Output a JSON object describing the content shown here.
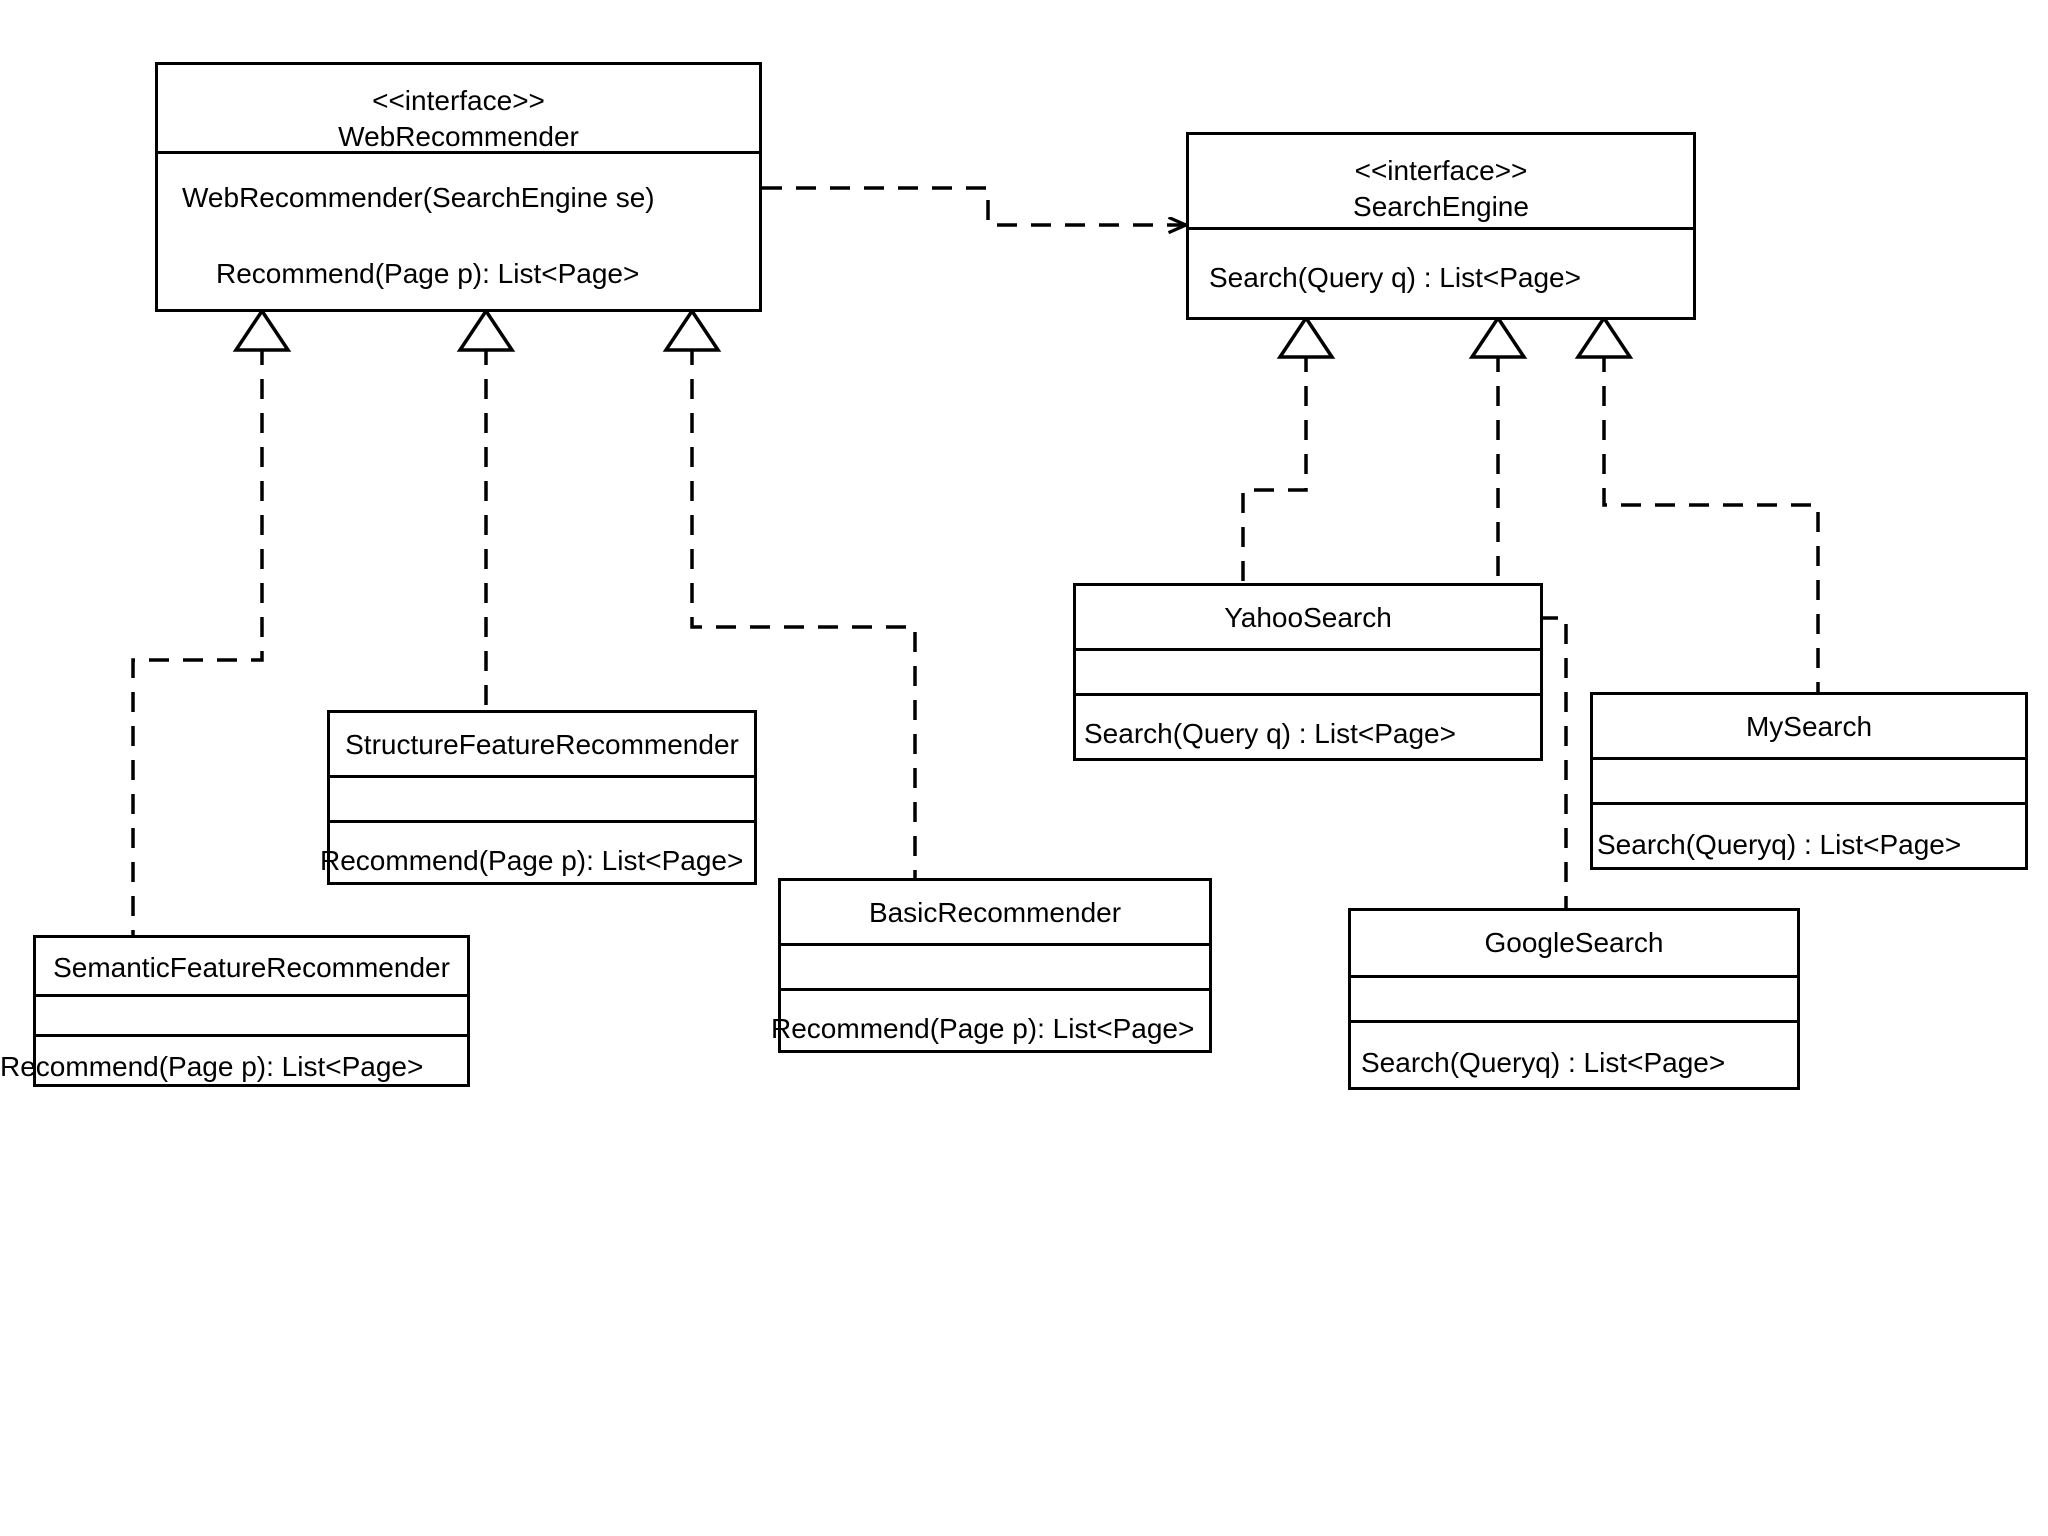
{
  "diagram": {
    "title": "Web Recommender / Search Engine UML class diagram",
    "type": "uml-class-diagram",
    "background_color": "#ffffff",
    "line_color": "#000000"
  },
  "classes": {
    "web_recommender": {
      "stereotype": "<<interface>>",
      "name": "WebRecommender",
      "constructor": "WebRecommender(SearchEngine se)",
      "method": "Recommend(Page p): List<Page>"
    },
    "search_engine": {
      "stereotype": "<<interface>>",
      "name": "SearchEngine",
      "method": "Search(Query q) : List<Page>"
    },
    "structure_feature_recommender": {
      "name": "StructureFeatureRecommender",
      "attributes": "",
      "method": "Recommend(Page p): List<Page>"
    },
    "semantic_feature_recommender": {
      "name": "SemanticFeatureRecommender",
      "attributes": "",
      "method": "Recommend(Page p): List<Page>"
    },
    "basic_recommender": {
      "name": "BasicRecommender",
      "attributes": "",
      "method": "Recommend(Page p): List<Page>"
    },
    "yahoo_search": {
      "name": "YahooSearch",
      "attributes": "",
      "method": "Search(Query q) : List<Page>"
    },
    "my_search": {
      "name": "MySearch",
      "attributes": "",
      "method": "Search(Queryq) : List<Page>"
    },
    "google_search": {
      "name": "GoogleSearch",
      "attributes": "",
      "method": "Search(Queryq) : List<Page>"
    }
  },
  "relationships": [
    {
      "id": "dependency-webrecommender-searchengine",
      "kind": "dependency",
      "from": "WebRecommender",
      "to": "SearchEngine",
      "style": "dashed",
      "arrowhead": "open-arrow"
    },
    {
      "id": "realization-semanticfeaturerecommender-webrecommender",
      "kind": "realization",
      "from": "SemanticFeatureRecommender",
      "to": "WebRecommender",
      "style": "dashed",
      "arrowhead": "hollow-triangle"
    },
    {
      "id": "realization-structurefeaturerecommender-webrecommender",
      "kind": "realization",
      "from": "StructureFeatureRecommender",
      "to": "WebRecommender",
      "style": "dashed",
      "arrowhead": "hollow-triangle"
    },
    {
      "id": "realization-basicrecommender-webrecommender",
      "kind": "realization",
      "from": "BasicRecommender",
      "to": "WebRecommender",
      "style": "dashed",
      "arrowhead": "hollow-triangle"
    },
    {
      "id": "realization-yahoosearch-searchengine",
      "kind": "realization",
      "from": "YahooSearch",
      "to": "SearchEngine",
      "style": "dashed",
      "arrowhead": "hollow-triangle"
    },
    {
      "id": "realization-googlesearch-searchengine",
      "kind": "realization",
      "from": "GoogleSearch",
      "to": "SearchEngine",
      "style": "dashed",
      "arrowhead": "hollow-triangle"
    },
    {
      "id": "realization-mysearch-searchengine",
      "kind": "realization",
      "from": "MySearch",
      "to": "SearchEngine",
      "style": "dashed",
      "arrowhead": "hollow-triangle"
    }
  ]
}
